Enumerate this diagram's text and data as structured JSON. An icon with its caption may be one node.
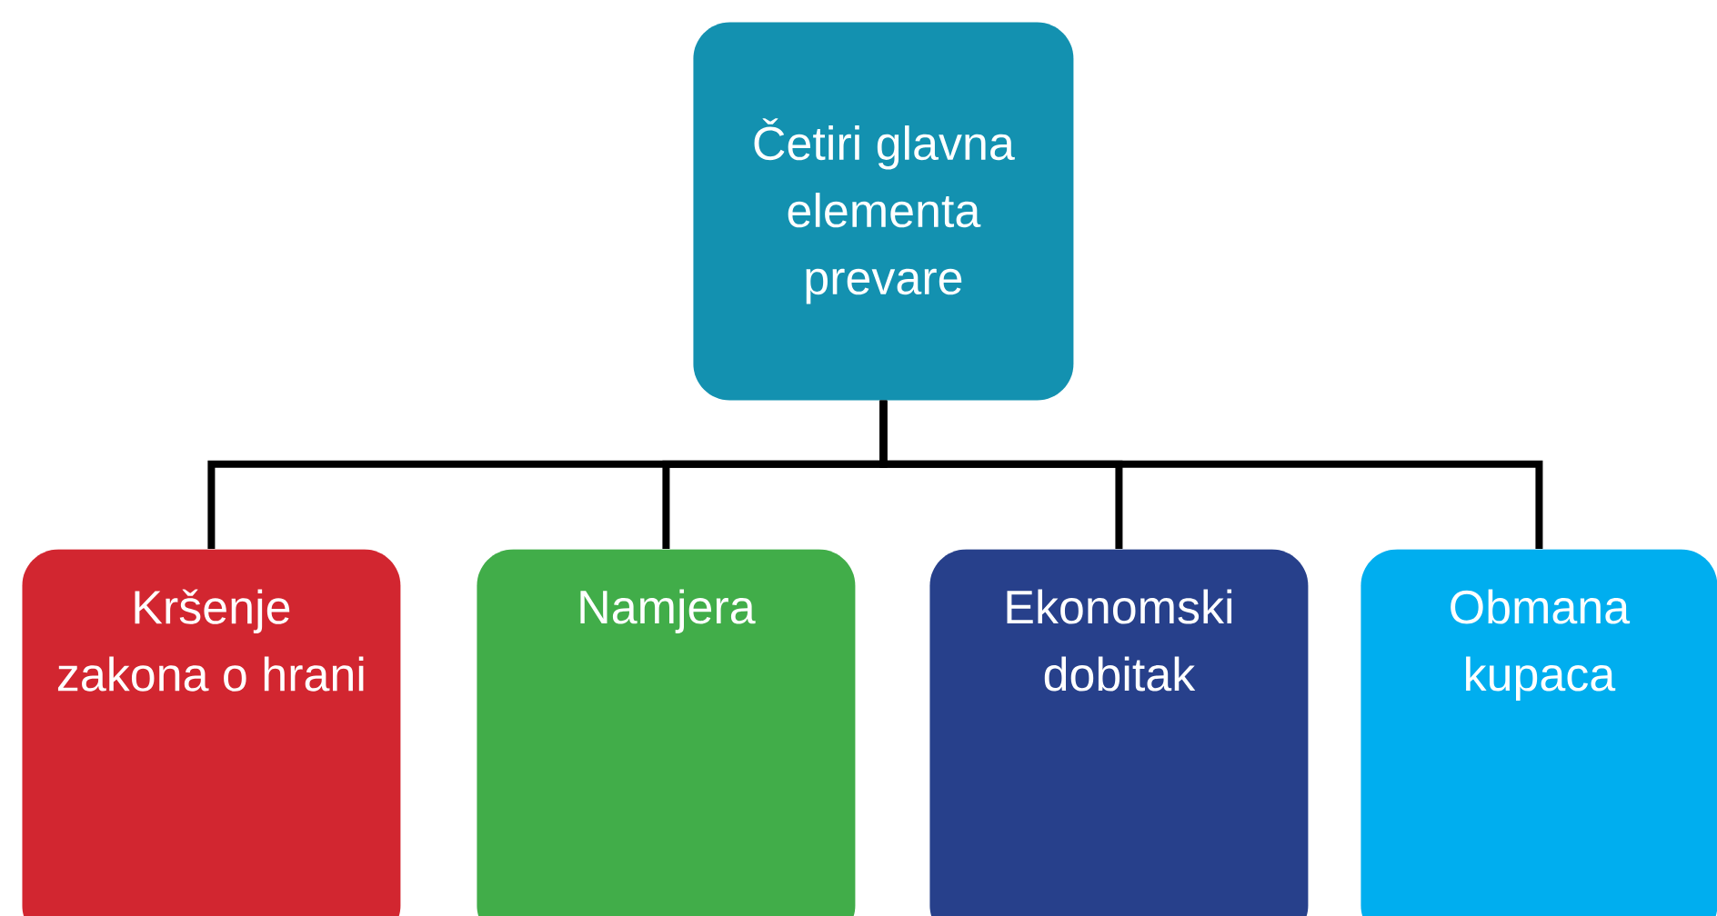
{
  "diagram": {
    "nodes": [
      {
        "text": [
          "Četiri glavna elementa prevare"
        ]
      },
      {
        "text": [
          "Kršenje zakona o hrani"
        ]
      },
      {
        "text": [
          "Namjera"
        ]
      },
      {
        "text": [
          "Ekonomski dobitak"
        ]
      },
      {
        "text": [
          "Obmana kupaca"
        ]
      }
    ],
    "edges": [
      {
        "from": 0,
        "to": 1,
        "arrow": "none"
      },
      {
        "from": 0,
        "to": 2,
        "arrow": "none"
      },
      {
        "from": 0,
        "to": 3,
        "arrow": "none"
      },
      {
        "from": 0,
        "to": 4,
        "arrow": "none"
      }
    ]
  }
}
